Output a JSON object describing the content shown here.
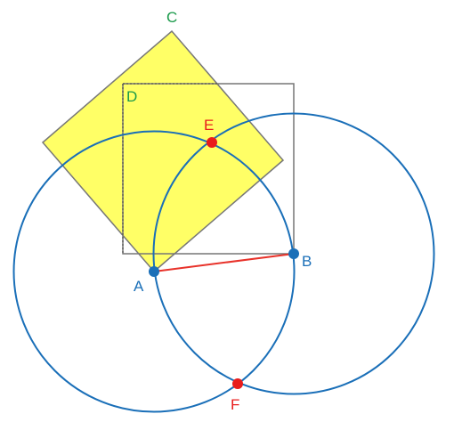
{
  "labels": {
    "A": "A",
    "B": "B",
    "C": "C",
    "D": "D",
    "E": "E",
    "F": "F"
  },
  "colors": {
    "circle": "#1a6fb8",
    "segment": "#e8322a",
    "square_fill": "#ffff66",
    "square_stroke": "#777777",
    "point_blue": "#1a6fb8",
    "point_red": "#e81c1c",
    "label_blue": "#1a6fb8",
    "label_red": "#e81c1c",
    "label_green": "#1a9a4a"
  }
}
